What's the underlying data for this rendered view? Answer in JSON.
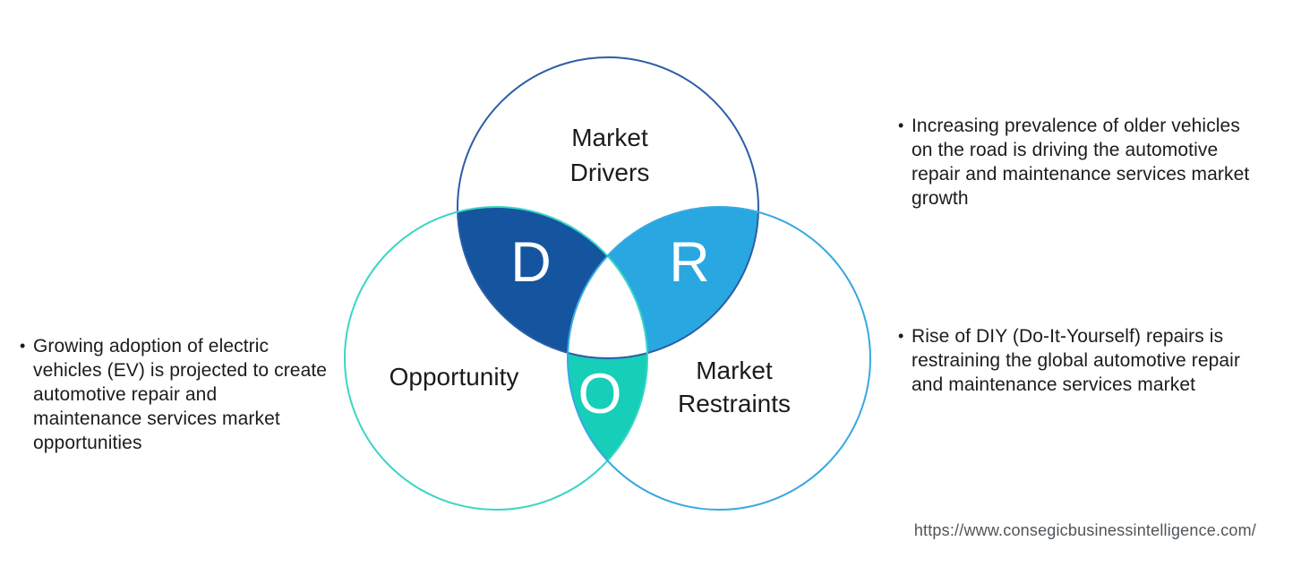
{
  "venn": {
    "drivers": {
      "label_line1": "Market",
      "label_line2": "Drivers",
      "letter": "D",
      "outline_color": "#2B5EA7",
      "overlap_fill": "#15549E"
    },
    "opportunity": {
      "label": "Opportunity",
      "letter": "O",
      "outline_color": "#3BD5C5",
      "overlap_fill": "#17CEB9"
    },
    "restraints": {
      "label_line1": "Market",
      "label_line2": "Restraints",
      "letter": "R",
      "outline_color": "#36A9E1",
      "overlap_fill": "#29A7E0"
    },
    "center_fill": "#FFFFFF",
    "label_color": "#1B1B1B",
    "letter_color": "#FFFFFF"
  },
  "bullets": {
    "marker": "•",
    "driver_note": "Increasing prevalence of older vehicles on the road is driving the automotive repair and maintenance services market growth",
    "opportunity_note": "Growing adoption of electric vehicles (EV) is projected to create automotive repair and maintenance services market opportunities",
    "restraint_note": "Rise of DIY (Do-It-Yourself) repairs is restraining the global automotive repair and maintenance services market"
  },
  "footer": {
    "url": "https://www.consegicbusinessintelligence.com/"
  }
}
